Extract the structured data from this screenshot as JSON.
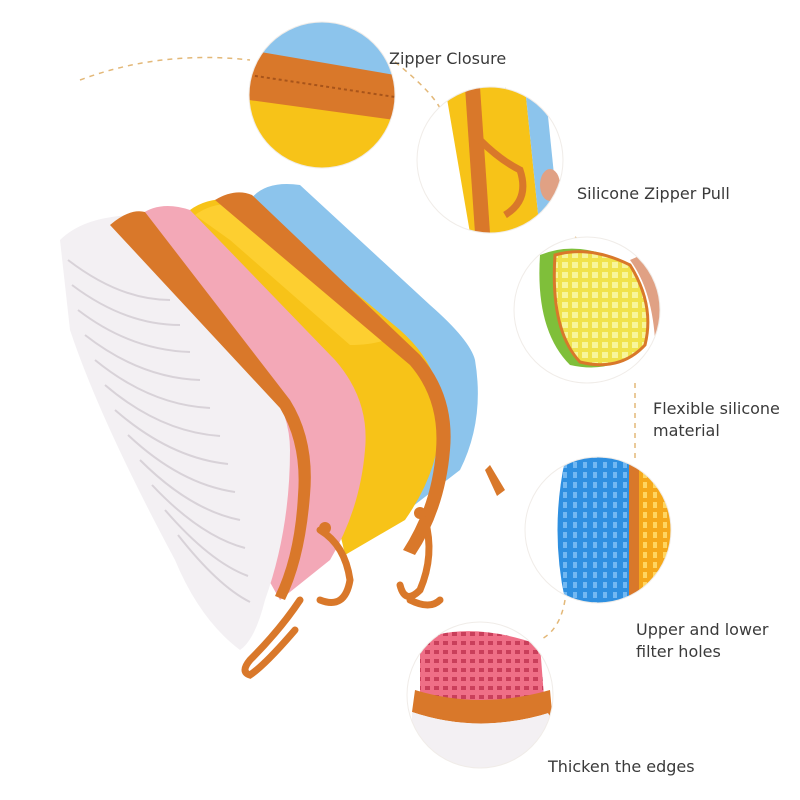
{
  "features": [
    {
      "id": "zipper-closure",
      "lines": [
        "Zipper Closure"
      ]
    },
    {
      "id": "silicone-zipper-pull",
      "lines": [
        "Silicone Zipper Pull"
      ]
    },
    {
      "id": "flexible-silicone",
      "lines": [
        "Flexible silicone",
        "material"
      ]
    },
    {
      "id": "filter-holes",
      "lines": [
        "Upper and lower",
        "filter holes"
      ]
    },
    {
      "id": "thicken-edges",
      "lines": [
        "Thicken the edges"
      ]
    }
  ],
  "colors": {
    "white_case": "#f3f0f3",
    "pink_case": "#f3a8b7",
    "yellow_case": "#f7c318",
    "blue_case": "#8cc4ec",
    "zipper_orange": "#d9782a",
    "green_case": "#7fbf3a",
    "callout_dash": "#e3b878",
    "label_text": "#3a3a3a"
  }
}
